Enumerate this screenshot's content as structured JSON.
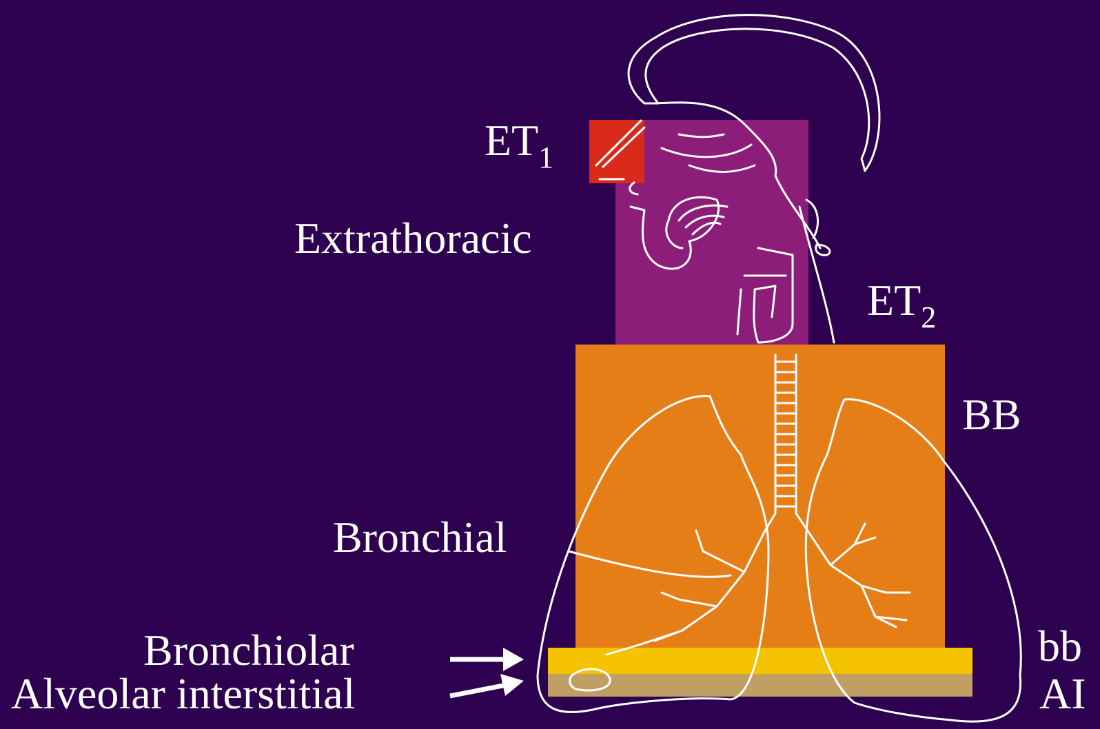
{
  "labels": {
    "et1": "ET",
    "et1_sub": "1",
    "et2": "ET",
    "et2_sub": "2",
    "extrathoracic": "Extrathoracic",
    "bronchial": "Bronchial",
    "bronchiolar": "Bronchiolar",
    "alveolar": "Alveolar interstitial",
    "bb_upper": "BB",
    "bb_lower": "bb",
    "ai": "AI"
  },
  "colors": {
    "background": "#2d0050",
    "et1_region": "#d92b1a",
    "extrathoracic_region": "#8c1d78",
    "bronchial_region": "#e67e18",
    "bronchiolar_region": "#f5c200",
    "alveolar_region": "#bf9f63",
    "outline": "#ffffff"
  }
}
